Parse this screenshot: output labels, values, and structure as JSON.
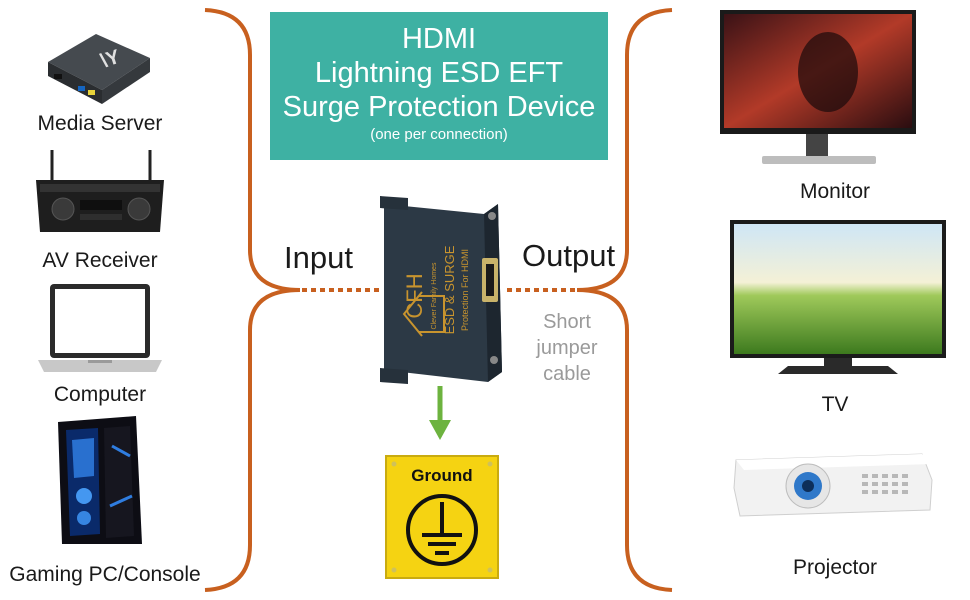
{
  "title": {
    "line1": "HDMI",
    "line2": "Lightning ESD EFT",
    "line3": "Surge Protection Device",
    "subtitle": "(one per connection)"
  },
  "sources": [
    {
      "label": "Media Server",
      "icon": "media-server-icon"
    },
    {
      "label": "AV Receiver",
      "icon": "av-receiver-icon"
    },
    {
      "label": "Computer",
      "icon": "laptop-icon"
    },
    {
      "label": "Gaming PC/Console",
      "icon": "gaming-pc-icon"
    }
  ],
  "displays": [
    {
      "label": "Monitor",
      "icon": "monitor-icon"
    },
    {
      "label": "TV",
      "icon": "tv-icon"
    },
    {
      "label": "Projector",
      "icon": "projector-icon"
    }
  ],
  "connection": {
    "input_label": "Input",
    "output_label": "Output",
    "jumper_note": [
      "Short",
      "jumper",
      "cable"
    ]
  },
  "device": {
    "logo": "CFH",
    "logo_caption": "Clever Family Homes",
    "line1": "ESD & SURGE",
    "line2": "Protection For HDMI"
  },
  "ground": {
    "label": "Ground"
  },
  "colors": {
    "accent": "#3eb1a3",
    "bracket": "#c8601f",
    "ground_arrow": "#6db33f",
    "ground_sign": "#f5d312"
  }
}
